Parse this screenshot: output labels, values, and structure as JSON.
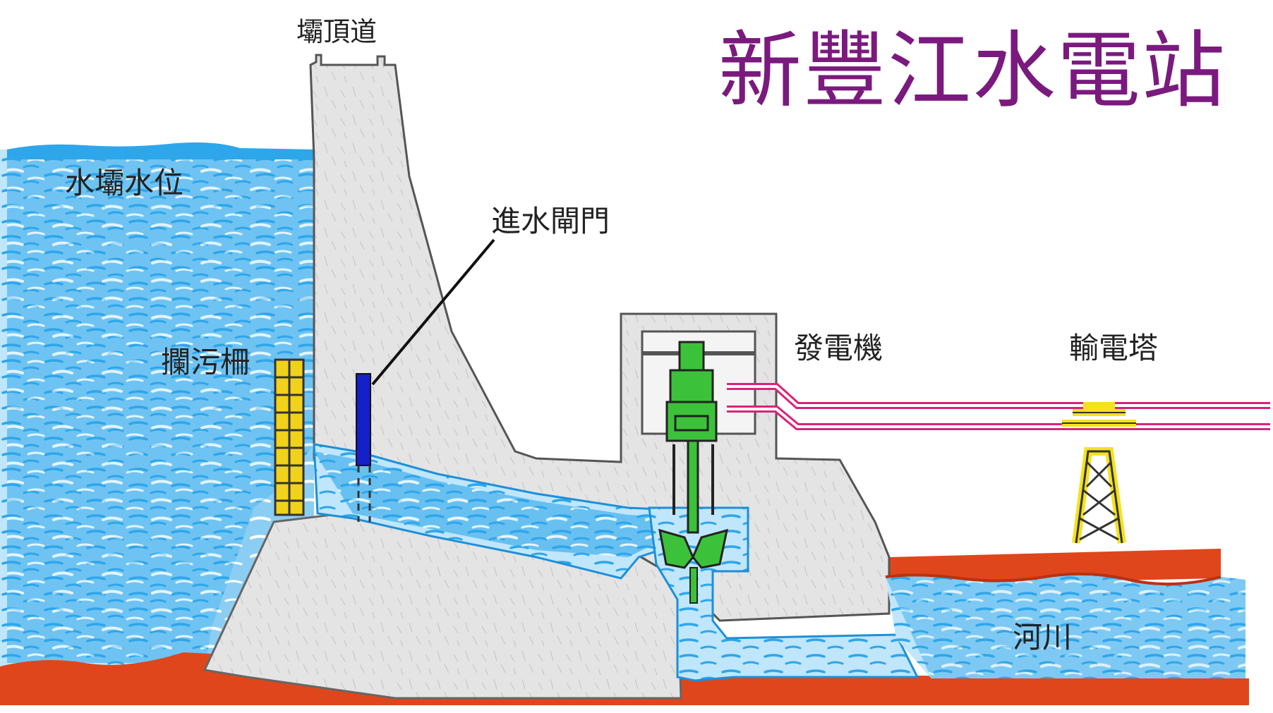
{
  "title": "新豐江水電站",
  "labels": {
    "dam_crest": "壩頂道",
    "reservoir_level": "水壩水位",
    "intake_gate": "進水閘門",
    "trash_rack": "攔污柵",
    "generator": "發電機",
    "transmission_tower": "輸電塔",
    "river": "河川"
  },
  "colors": {
    "water": "#2ea6ea",
    "water_light": "#bfe6fb",
    "concrete": "#e4e4e4",
    "ground": "#e0461b",
    "ground_dark": "#cf3a16",
    "turbine": "#3cc23a",
    "gate": "#1420c8",
    "trash_rack": "#f0d21a",
    "power_line": "#d8247a",
    "tower": "#f4e21c",
    "title": "#7a1a7e"
  }
}
